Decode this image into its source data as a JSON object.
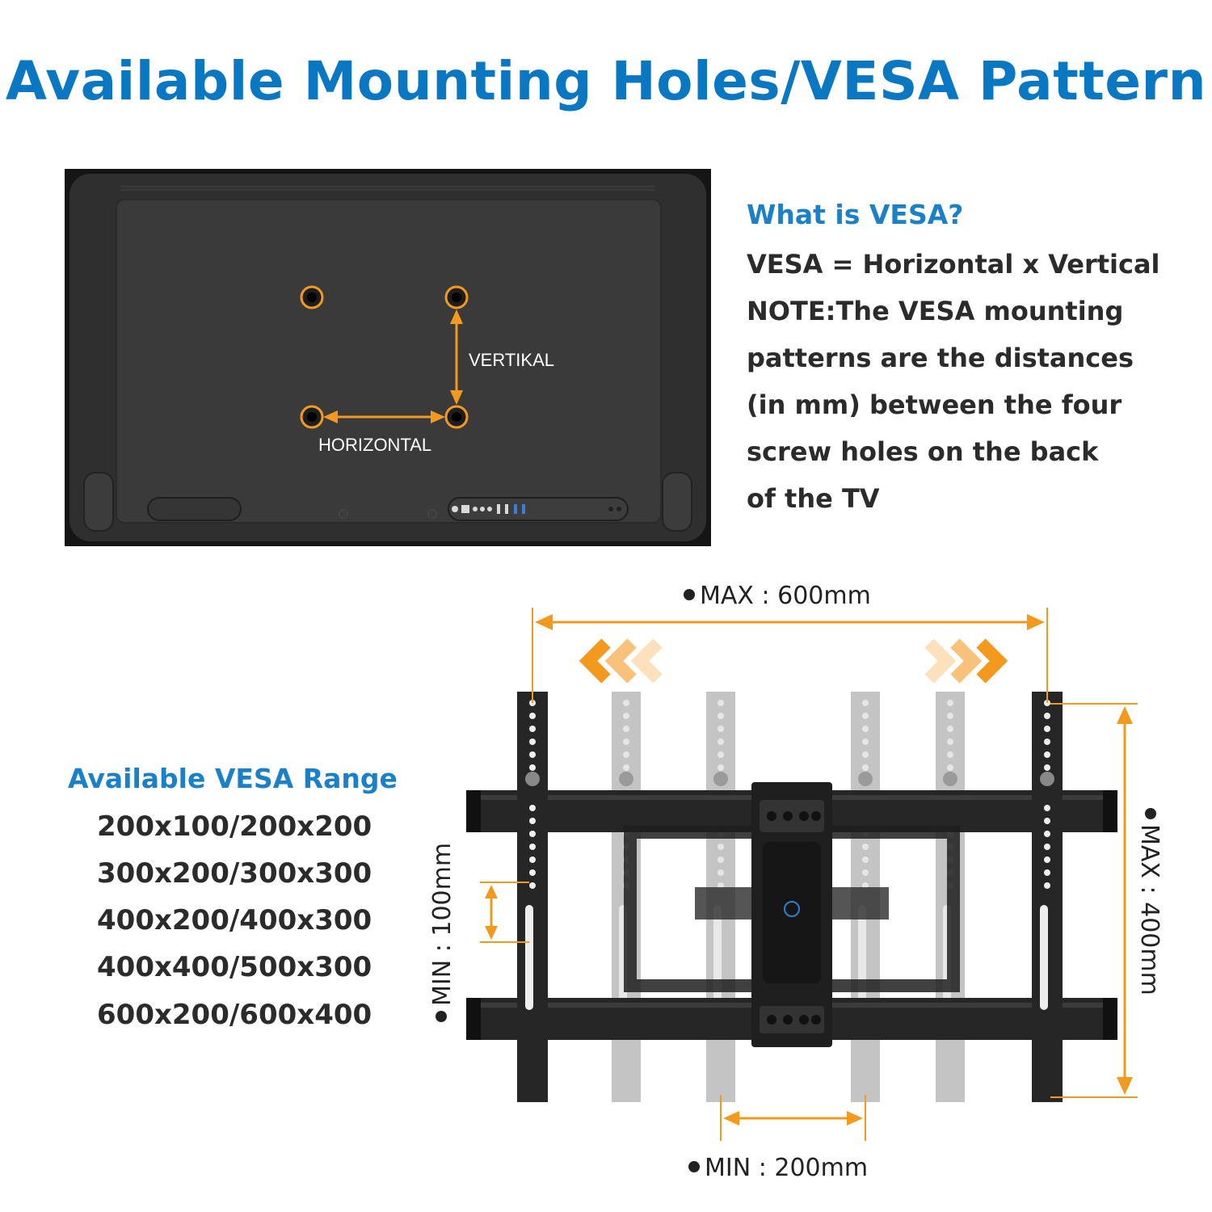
{
  "title": "Available Mounting Holes/VESA Pattern",
  "tv": {
    "vertical_label": "VERTIKAL",
    "horizontal_label": "HORIZONTAL"
  },
  "info": {
    "heading": "What is VESA?",
    "lines": [
      "VESA = Horizontal x Vertical",
      "NOTE:The VESA mounting",
      "patterns are the distances",
      "(in mm) between the four",
      "screw holes on the back",
      "of the TV"
    ]
  },
  "range": {
    "heading": "Available VESA Range",
    "items": [
      "200x100/200x200",
      "300x200/300x300",
      "400x200/400x300",
      "400x400/500x300",
      "600x200/600x400"
    ]
  },
  "dimensions": {
    "max_horizontal": "MAX : 600mm",
    "min_horizontal": "MIN : 200mm",
    "max_vertical": "MAX : 400mm",
    "min_vertical": "MIN : 100mm"
  },
  "colors": {
    "title_blue": "#0a77c2",
    "accent_orange": "#f39a1e",
    "tv_black": "#2b2b2b"
  }
}
